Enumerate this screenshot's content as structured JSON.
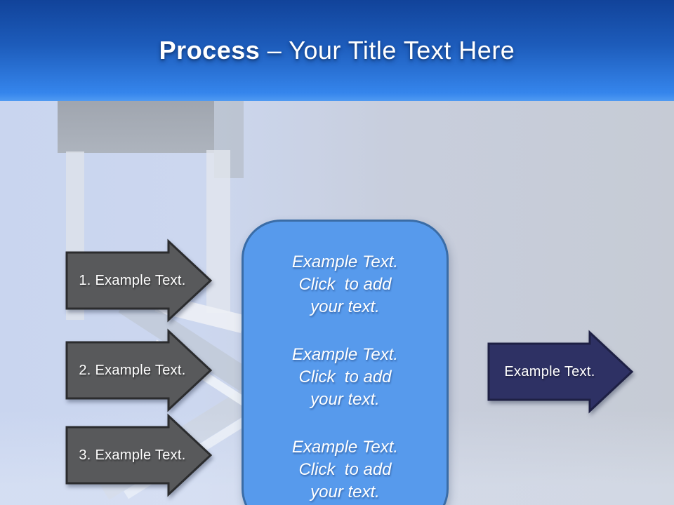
{
  "title": {
    "keyword": "Process",
    "rest": " – Your Title Text Here"
  },
  "steps": [
    {
      "label": "1. Example Text."
    },
    {
      "label": "2. Example Text."
    },
    {
      "label": "3. Example Text."
    }
  ],
  "panel": {
    "items": [
      {
        "lines": "Example Text.\nClick  to add\nyour text."
      },
      {
        "lines": "Example Text.\nClick  to add\nyour text."
      },
      {
        "lines": "Example Text.\nClick  to add\nyour text."
      }
    ]
  },
  "right_arrow": {
    "label": "Example Text."
  },
  "colors": {
    "header_top": "#11439a",
    "header_bottom": "#3585ec",
    "header_edge": "#4f9af2",
    "arrow_gray": "#58595b",
    "arrow_gray_border": "#2b2c2e",
    "panel_blue": "#579aec",
    "panel_border": "#3a6ca6",
    "arrow_navy": "#2e3164",
    "arrow_navy_border": "#1e2044",
    "text_white": "#ffffff",
    "bg_left": "#c9d5ef",
    "bg_right": "#c6cbd5"
  }
}
